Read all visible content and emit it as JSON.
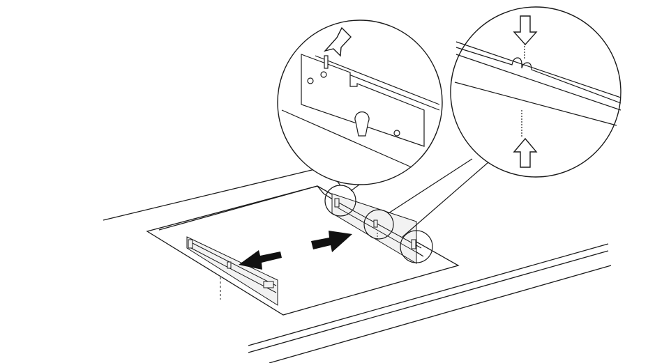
{
  "colors": {
    "ink": "#1a1a1a",
    "panel": "#ffffff",
    "bracket_fill": "#f2f2f2",
    "arrow_fill": "#111111"
  },
  "icons": {
    "push_arrow": "solid-arrow-right",
    "pull_arrow": "solid-arrow-left",
    "press_arrow": "outline-arrow-down",
    "lift_arrow": "outline-arrow-up"
  }
}
